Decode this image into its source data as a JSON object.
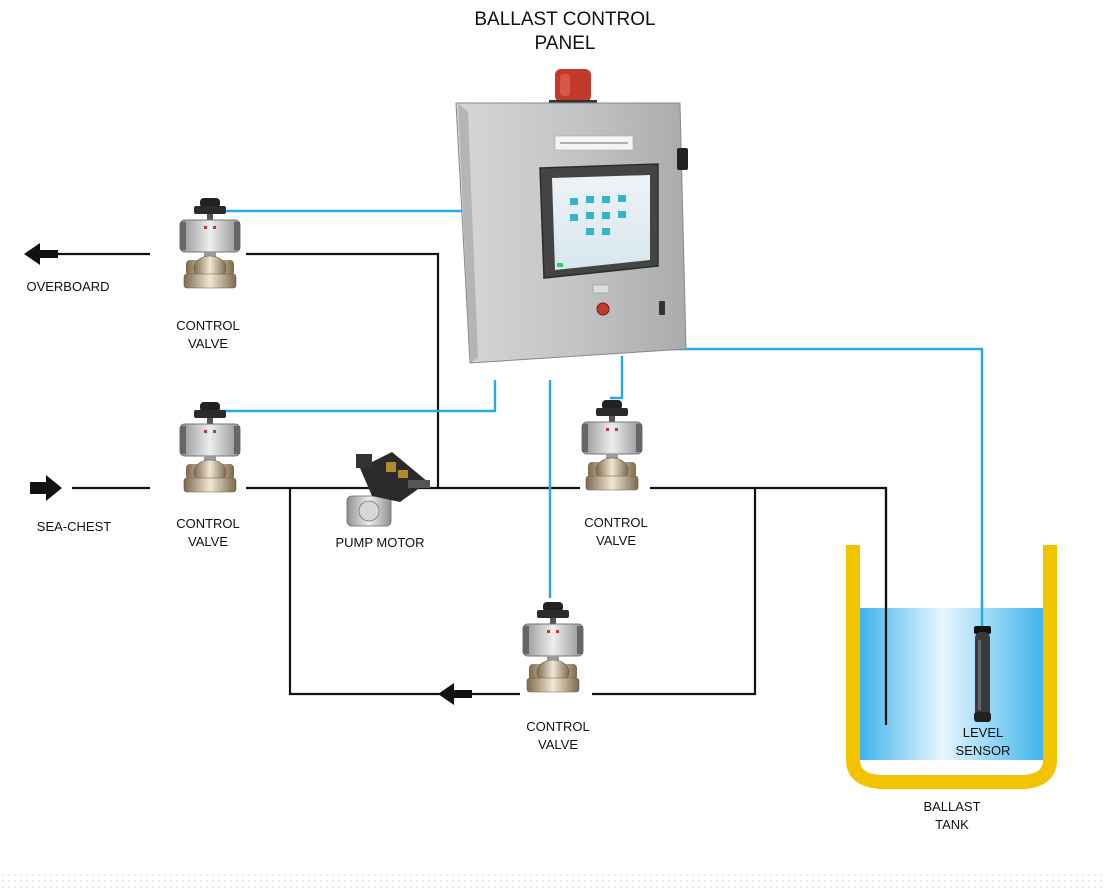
{
  "title": {
    "line1": "BALLAST CONTROL",
    "line2": "PANEL"
  },
  "labels": {
    "overboard": "OVERBOARD",
    "sea_chest": "SEA-CHEST",
    "pump_motor": "PUMP MOTOR",
    "valve_top_left": {
      "line1": "CONTROL",
      "line2": "VALVE"
    },
    "valve_mid_left": {
      "line1": "CONTROL",
      "line2": "VALVE"
    },
    "valve_mid_right": {
      "line1": "CONTROL",
      "line2": "VALVE"
    },
    "valve_bottom": {
      "line1": "CONTROL",
      "line2": "VALVE"
    },
    "level_sensor": {
      "line1": "LEVEL",
      "line2": "SENSOR"
    },
    "ballast_tank": {
      "line1": "BALLAST",
      "line2": "TANK"
    }
  },
  "colors": {
    "pipe": "#111111",
    "signal_line": "#2aa7e8",
    "panel": "#bfc1c3",
    "tank_wall": "#f2c400",
    "water": "#7fd0f2",
    "beacon": "#c0392b"
  },
  "icons": {
    "valve": "control-valve-icon",
    "pump": "pump-motor-icon",
    "panel": "control-panel-icon",
    "sensor": "level-sensor-icon",
    "arrow": "flow-arrow-icon"
  }
}
